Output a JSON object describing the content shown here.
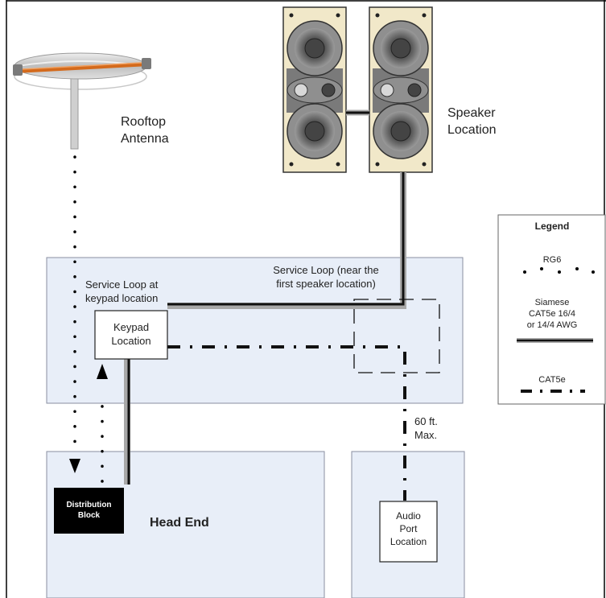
{
  "antenna": {
    "label": "Rooftop\nAntenna"
  },
  "speaker": {
    "label": "Speaker\nLocation"
  },
  "legend": {
    "title": "Legend",
    "items": [
      {
        "label": "RG6",
        "style": "dotted"
      },
      {
        "label": "Siamese\nCAT5e 16/4\nor 14/4 AWG",
        "style": "solid-double"
      },
      {
        "label": "CAT5e",
        "style": "dash-dot"
      }
    ]
  },
  "zones": {
    "service_loop_keypad": "Service Loop at\nkeypad location",
    "service_loop_speaker": "Service Loop (near the\nfirst speaker location)"
  },
  "boxes": {
    "keypad": "Keypad\nLocation",
    "distribution": "Distribution\nBlock",
    "audio_port": "Audio\nPort\nLocation"
  },
  "head_end": {
    "label": "Head End"
  },
  "distance": {
    "label": "60 ft.\nMax."
  },
  "colors": {
    "room_fill": "#e8eef8",
    "room_border": "#8a8fa0",
    "cable": "#111111",
    "cable_gray": "#a8a8a8",
    "speaker_panel": "#f1e8c9"
  }
}
